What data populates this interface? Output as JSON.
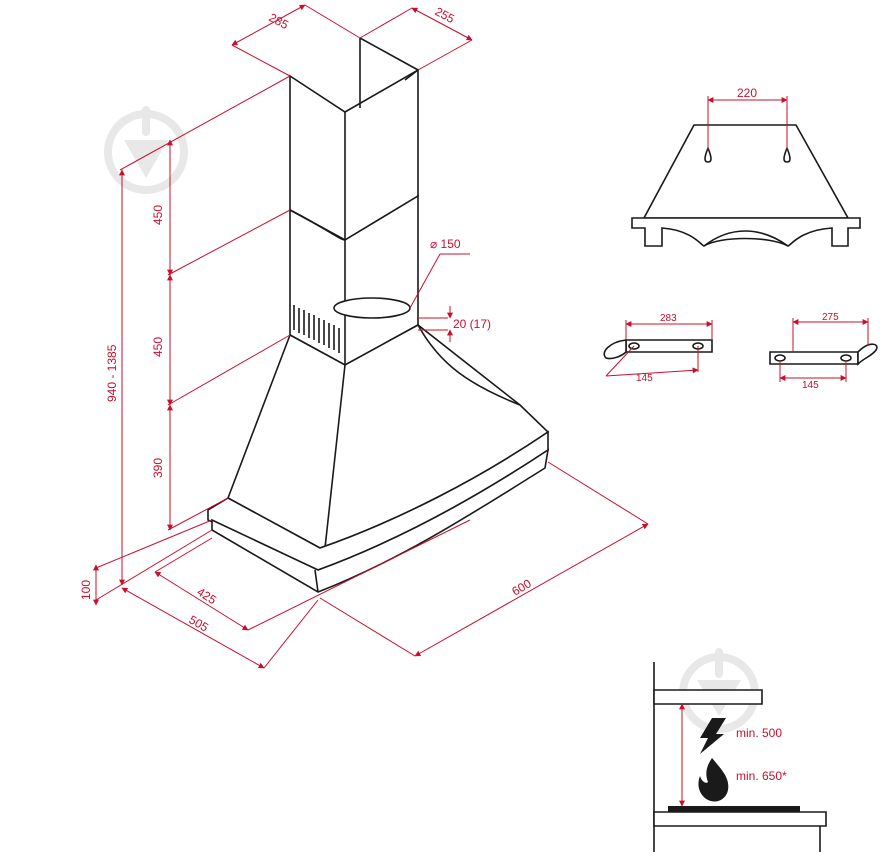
{
  "colors": {
    "dimension": "#c8102e",
    "outline": "#1a1a1a",
    "watermark": "#e6e6e6"
  },
  "main": {
    "top_depth": "285",
    "top_width": "255",
    "height_upper": "450",
    "height_middle": "450",
    "height_lower": "390",
    "total_height": "940 - 1385",
    "base_height": "100",
    "duct_diameter": "⌀ 150",
    "outlet_offset": "20 (17)",
    "depth_inner": "425",
    "depth_outer": "505",
    "width": "600"
  },
  "front_view": {
    "hole_spacing": "220"
  },
  "brackets": {
    "left_length": "283",
    "left_holes": "145",
    "right_length": "275",
    "right_holes": "145"
  },
  "clearance": {
    "electric_label": "min. 500",
    "gas_label": "min. 650*",
    "electric_icon": "lightning-icon",
    "gas_icon": "flame-icon"
  }
}
